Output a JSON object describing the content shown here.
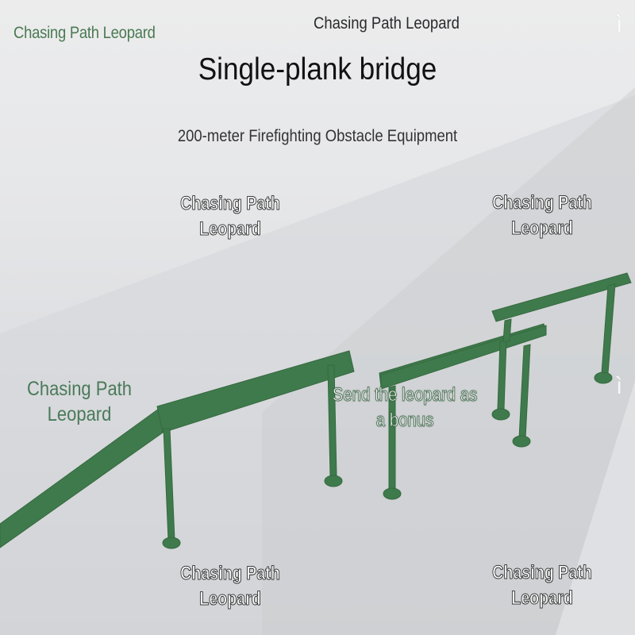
{
  "header": {
    "watermark_top_left": "Chasing Path Leopard",
    "watermark_top_center": "Chasing Path Leopard",
    "title": "Single-plank bridge",
    "subtitle": "200-meter Firefighting Obstacle Equipment"
  },
  "watermarks": {
    "mid_left": "Chasing Path\nLeopard",
    "upper_left": "Chasing Path\nLeopard",
    "upper_right": "Chasing Path\nLeopard",
    "bottom_left": "Chasing Path\nLeopard",
    "bottom_right": "Chasing Path\nLeopard"
  },
  "promo": {
    "bonus_text": "Send the leopard as\na bonus"
  },
  "colors": {
    "equipment_green": "#3f7a4c",
    "watermark_green": "#4a7a52",
    "title": "#111111",
    "background": "#e3e4e6"
  },
  "icons": {
    "side_icon": "stick-figure-icon"
  }
}
